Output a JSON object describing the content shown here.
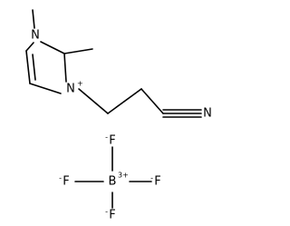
{
  "molecule": {
    "cation": {
      "ring_nitrogen_methyl": "N",
      "ring_nitrogen_alkyl": "N",
      "cation_charge": "+",
      "nitrile_nitrogen": "N"
    },
    "anion": {
      "boron": "B",
      "boron_charge": "3+",
      "fluorine_top": "F",
      "fluorine_left": "F",
      "fluorine_right": "F",
      "fluorine_bottom": "F",
      "fluoride_charge": "-"
    }
  },
  "colors": {
    "ink": "#000000",
    "background": "#ffffff"
  }
}
